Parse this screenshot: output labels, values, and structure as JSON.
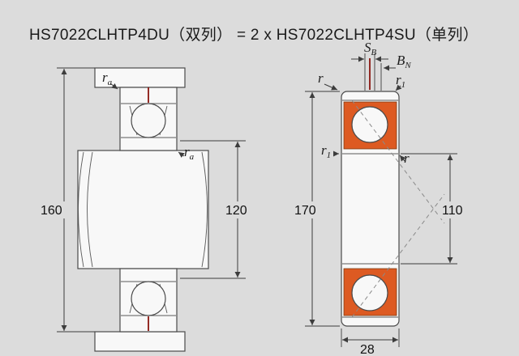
{
  "title": "HS7022CLHTP4DU（双列） = 2 x HS7022CLHTP4SU（单列）",
  "colors": {
    "background": "#dcdcdc",
    "part_fill": "#f8f8f8",
    "line": "#3c3c3c",
    "cage": "#dd5a22",
    "mark": "#8a150f"
  },
  "left_view": {
    "labels": {
      "ra": {
        "base": "r",
        "sub": "a"
      }
    },
    "dims": {
      "housing_abutment_diameter": "160",
      "shaft_abutment_diameter": "120"
    }
  },
  "right_view": {
    "labels": {
      "r": "r",
      "r1": {
        "base": "r",
        "sub": "1"
      },
      "sb": {
        "base": "S",
        "sub": "B"
      },
      "bn": {
        "base": "B",
        "sub": "N"
      }
    },
    "dims": {
      "outside_diameter": "170",
      "bore_diameter": "110",
      "width": "28"
    }
  }
}
